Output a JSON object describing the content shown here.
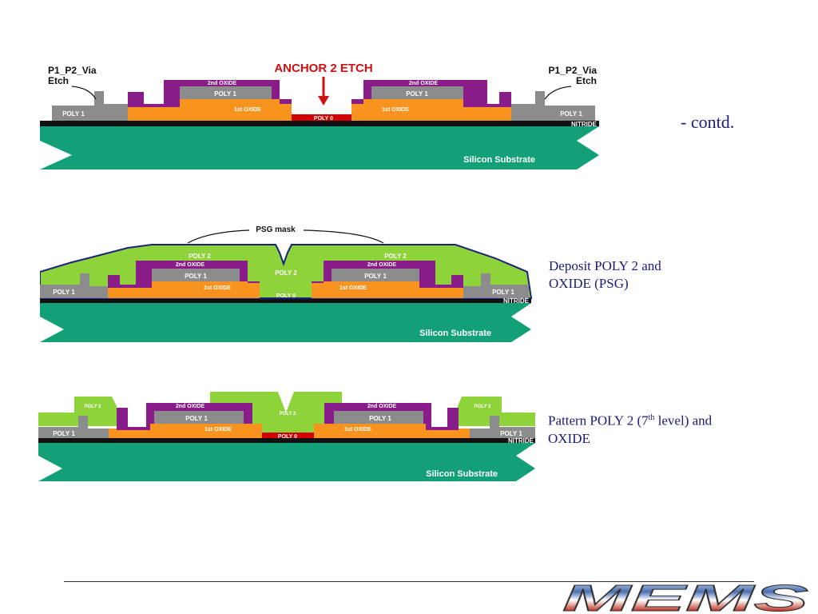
{
  "slide": {
    "contd_label": "- contd.",
    "logo_text": "MEMS"
  },
  "diagram1": {
    "title": "ANCHOR 2 ETCH",
    "left_via_label_1": "P1_P2_Via",
    "left_via_label_2": "Etch",
    "right_via_label_1": "P1_P2_Via",
    "right_via_label_2": "Etch",
    "oxide2_label": "2nd OXIDE",
    "poly1_label": "POLY 1",
    "oxide1_label": "1st OXIDE",
    "poly0_label": "POLY 0",
    "nitride_label": "NITRIDE",
    "substrate_label": "Silicon Substrate"
  },
  "diagram2": {
    "mask_label": "PSG mask",
    "poly2_label": "POLY 2",
    "oxide2_label": "2nd OXIDE",
    "poly1_label": "POLY 1",
    "oxide1_label": "1st OXIDE",
    "poly0_label": "POLY 0",
    "nitride_label": "NITRIDE",
    "substrate_label": "Silicon Substrate",
    "caption_line1": "Deposit POLY 2 and",
    "caption_line2": "OXIDE (PSG)"
  },
  "diagram3": {
    "poly2_label": "POLY 2",
    "oxide2_label": "2nd OXIDE",
    "poly1_label": "POLY 1",
    "oxide1_label": "1st OXIDE",
    "poly0_label": "POLY 0",
    "nitride_label": "NITRIDE",
    "substrate_label": "Silicon Substrate",
    "caption_part1": "Pattern POLY 2 (7",
    "caption_sup": "th",
    "caption_part2": " level) and",
    "caption_line2": "OXIDE"
  },
  "colors": {
    "substrate": "#13a079",
    "nitride": "#111111",
    "poly0": "#d40000",
    "oxide1": "#f7931e",
    "poly1": "#8c8c8c",
    "oxide2": "#8a1c8a",
    "poly2": "#8fd33a",
    "psg_outline": "#1a237e",
    "title_red": "#d01010",
    "caption_text": "#1a1a7a"
  }
}
